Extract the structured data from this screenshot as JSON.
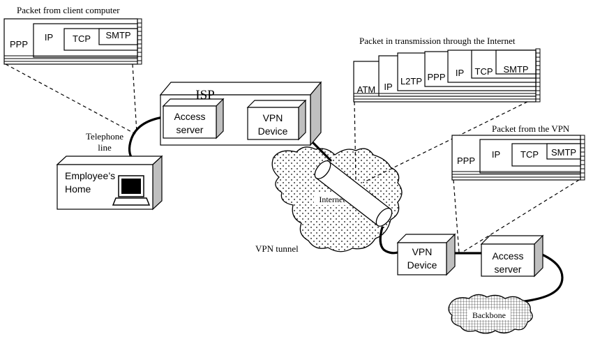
{
  "client_packet": {
    "caption": "Packet from client computer",
    "layers": [
      "PPP",
      "IP",
      "TCP",
      "SMTP"
    ]
  },
  "internet_packet": {
    "caption": "Packet in transmission through the Internet",
    "layers": [
      "ATM",
      "IP",
      "L2TP",
      "PPP",
      "IP",
      "TCP",
      "SMTP"
    ]
  },
  "vpn_packet": {
    "caption": "Packet from the VPN",
    "layers": [
      "PPP",
      "IP",
      "TCP",
      "SMTP"
    ]
  },
  "isp": {
    "label": "ISP",
    "access_server": [
      "Access",
      "server"
    ],
    "vpn_device": [
      "VPN",
      "Device"
    ]
  },
  "home": {
    "label": [
      "Employee’s",
      "Home"
    ],
    "telephone_line": [
      "Telephone",
      "line"
    ]
  },
  "internet": {
    "label": "Internet",
    "tunnel_label": "VPN tunnel"
  },
  "corporate": {
    "vpn_device": [
      "VPN",
      "Device"
    ],
    "access_server": [
      "Access",
      "server"
    ],
    "backbone": "Backbone"
  }
}
